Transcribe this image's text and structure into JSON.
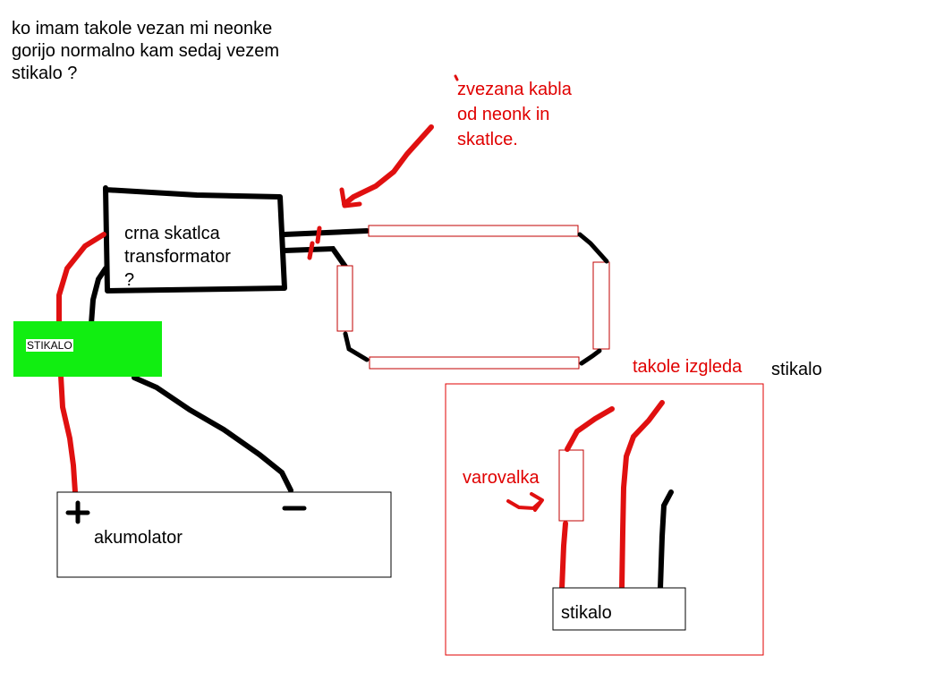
{
  "question": {
    "line1": "ko imam takole vezan mi neonke",
    "line2": "gorijo normalno kam sedaj vezem",
    "line3": "stikalo ?"
  },
  "annotation_wires": {
    "line1": "zvezana kabla",
    "line2": "od neonk in",
    "line3": "skatlce."
  },
  "transformer": {
    "line1": "crna skatlca",
    "line2": "transformator",
    "line3": "?"
  },
  "switch_green": {
    "label": "STIKALO"
  },
  "battery": {
    "label": "akumolator",
    "plus": "+",
    "minus": "−"
  },
  "switch_detail": {
    "title_red": "takole izgleda",
    "title_black": "stikalo",
    "fuse_label": "varovalka",
    "box_label": "stikalo"
  },
  "colors": {
    "wire_red": "#e01010",
    "wire_black": "#000000",
    "switch_green": "#11ee11",
    "outline_red": "#e00000"
  }
}
